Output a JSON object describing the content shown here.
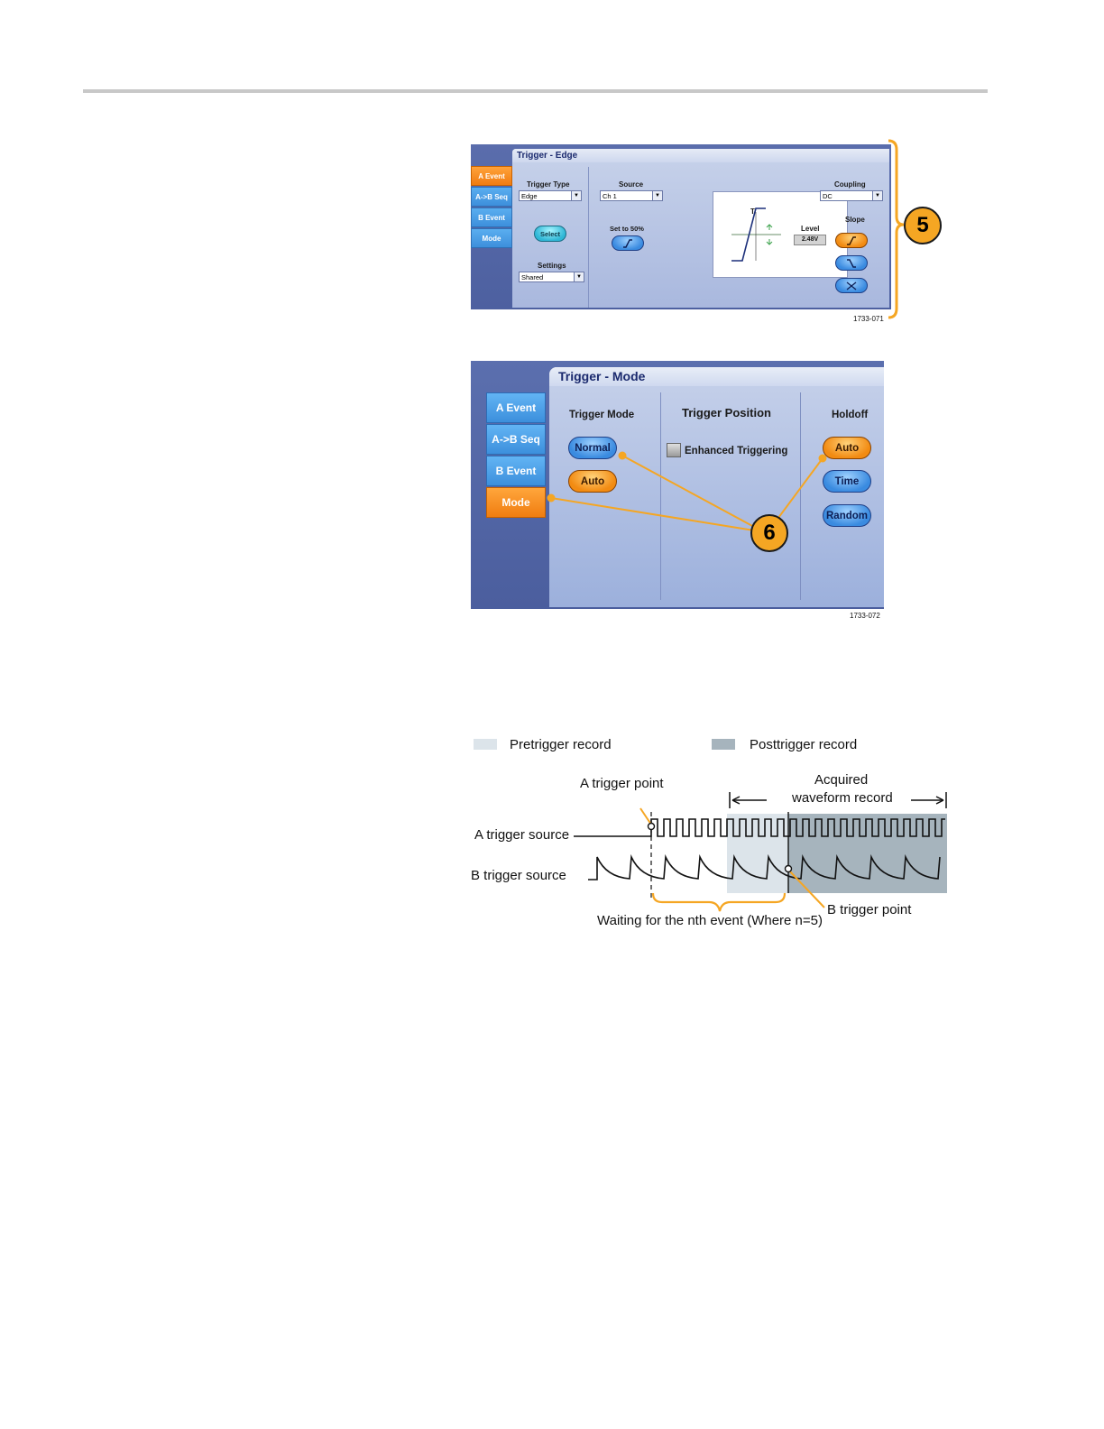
{
  "panel_edge": {
    "title": "Trigger - Edge",
    "tabs": [
      {
        "label": "A Event",
        "active": true
      },
      {
        "label": "A->B Seq",
        "active": false
      },
      {
        "label": "B Event",
        "active": false
      },
      {
        "label": "Mode",
        "active": false
      }
    ],
    "trigger_type_label": "Trigger Type",
    "trigger_type_value": "Edge",
    "select_button": "Select",
    "settings_label": "Settings",
    "settings_value": "Shared",
    "source_label": "Source",
    "source_value": "Ch 1",
    "set50_label": "Set to 50%",
    "graph_t_label": "T",
    "level_label": "Level",
    "level_value": "2.48V",
    "coupling_label": "Coupling",
    "coupling_value": "DC",
    "slope_label": "Slope",
    "figure_number": "1733-071",
    "callout": "5"
  },
  "panel_mode": {
    "title": "Trigger - Mode",
    "tabs": [
      {
        "label": "A Event",
        "active": false
      },
      {
        "label": "A->B Seq",
        "active": false
      },
      {
        "label": "B Event",
        "active": false
      },
      {
        "label": "Mode",
        "active": true
      }
    ],
    "trigger_mode_label": "Trigger Mode",
    "normal_button": "Normal",
    "auto_button": "Auto",
    "trigger_position_label": "Trigger Position",
    "enhanced_triggering_label": "Enhanced Triggering",
    "holdoff_label": "Holdoff",
    "holdoff_auto": "Auto",
    "holdoff_time": "Time",
    "holdoff_random": "Random",
    "figure_number": "1733-072",
    "callout": "6"
  },
  "diagram": {
    "legend_pretrigger": "Pretrigger record",
    "legend_posttrigger": "Posttrigger record",
    "a_trigger_point": "A trigger point",
    "acquired_line1": "Acquired",
    "acquired_line2": "waveform record",
    "a_trigger_source": "A trigger source",
    "b_trigger_source": "B trigger source",
    "b_trigger_point": "B trigger point",
    "waiting_text": "Waiting for the nth event (Where n=5)",
    "colors": {
      "pretrigger": "#dce4ea",
      "posttrigger": "#a6b4bd",
      "accent": "#f5a623"
    }
  }
}
